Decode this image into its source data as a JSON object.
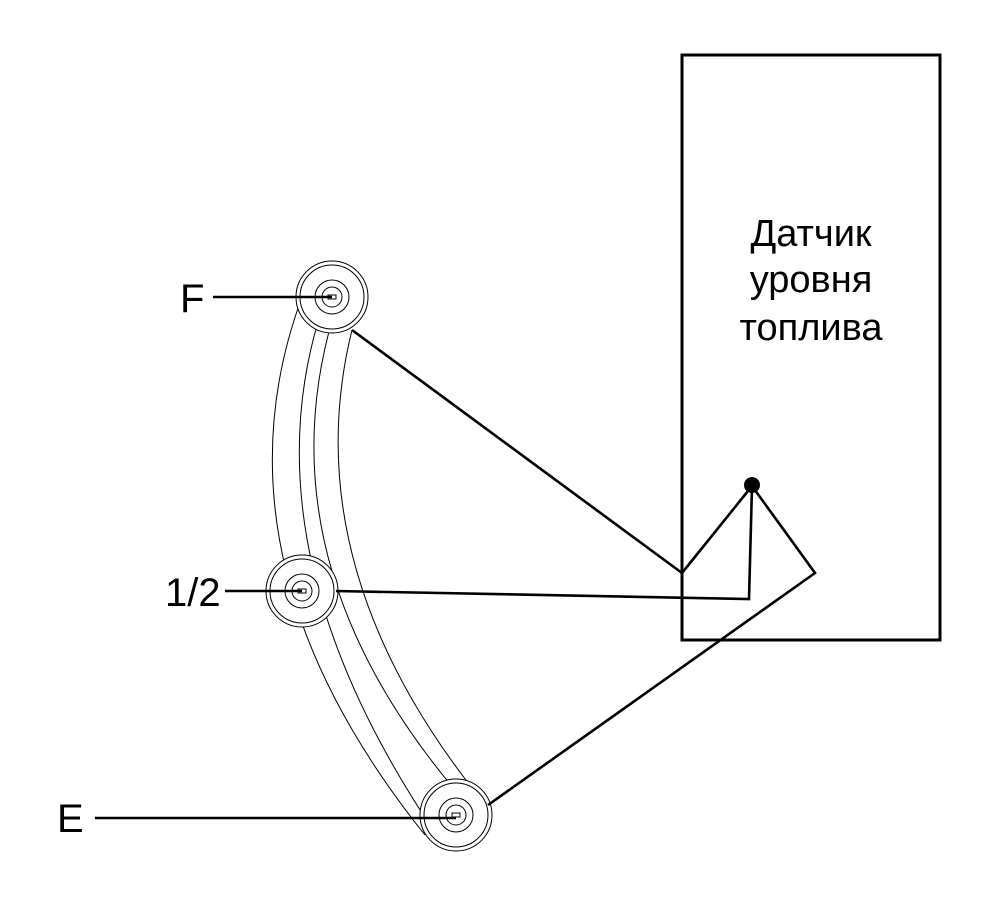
{
  "sensor": {
    "label_lines": [
      "Датчик",
      "уровня",
      "топлива"
    ]
  },
  "positions": [
    {
      "label": "F"
    },
    {
      "label": "1/2"
    },
    {
      "label": "E"
    }
  ],
  "colors": {
    "line": "#000000",
    "background": "#ffffff"
  }
}
